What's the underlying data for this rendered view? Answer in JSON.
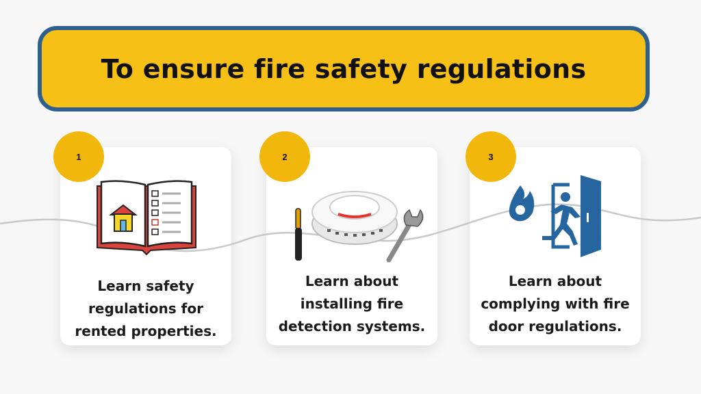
{
  "title": "To ensure fire safety regulations",
  "steps": [
    {
      "number": "1",
      "icon": "rulebook-house-checklist-icon",
      "text_lines": [
        "Learn safety",
        "regulations for",
        "rented properties."
      ]
    },
    {
      "number": "2",
      "icon": "smoke-detector-tools-icon",
      "text_lines": [
        "Learn about",
        "installing fire",
        "detection systems."
      ]
    },
    {
      "number": "3",
      "icon": "fire-exit-door-icon",
      "text_lines": [
        "Learn about",
        "complying with fire",
        "door regulations."
      ]
    }
  ],
  "colors": {
    "banner_fill": "#f6c016",
    "banner_border": "#2d5f8f",
    "badge": "#f2b70d",
    "icon_blue": "#2566a0"
  }
}
